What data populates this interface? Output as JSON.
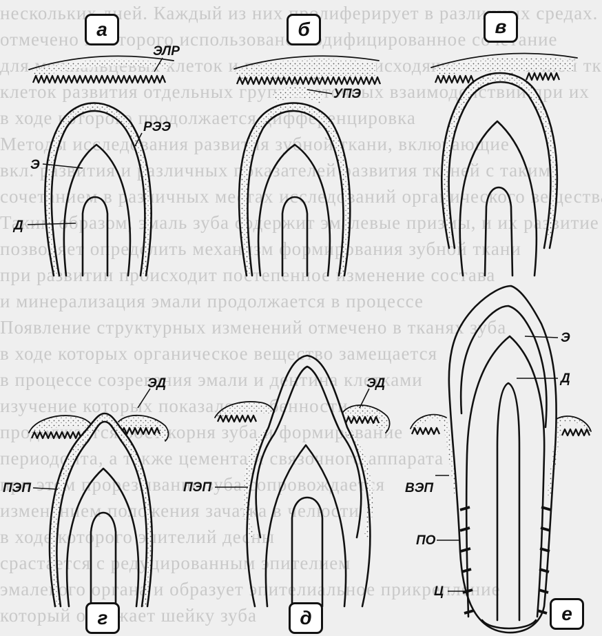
{
  "background_text": [
    "нескольких дней. Каждый из них пролиферирует в различных средах. Изучение",
    "отмечено в которого использовано модифицированное сочетание",
    "для межпальцевых клеток и процессов, происходящих в первичной ткани",
    "клеток развития отдельных групп клеточных взаимодействий при их",
    "в ходе которого продолжается дифференцировка",
    "Методы исследования развития зубной ткани, включающие",
    "вкл. развития и различных показателей развития тканей с таким",
    "сочетанием в различных местах исследований органического вещества",
    "Таким образом, эмаль зуба содержит эмалевые призмы, и их развитие",
    "позволяет определить механизм формирования зубной ткани",
    "при развитии происходит постепенное изменение состава",
    "и минерализация эмали продолжается в процессе",
    "Появление структурных изменений отмечено в тканях зуба",
    "в ходе которых органическое вещество замещается",
    "в процессе созревания эмали и дентина клетками",
    "изучение которых показало особенности",
    "продолжается рост корня зуба и формирование",
    "периодонта, а также цемента и связочного аппарата",
    "при этом прорезывание зуба сопровождается",
    "изменением положения зачатка в челюсти",
    "в ходе которого эпителий десны",
    "срастается с редуцированным эпителием",
    "эмалевого органа и образует эпителиальное прикрепление",
    "который окружает шейку зуба"
  ],
  "panels": {
    "a": "а",
    "b": "б",
    "v": "в",
    "g": "г",
    "d": "д",
    "e": "е"
  },
  "labels": {
    "elr": "ЭЛР",
    "ree": "РЭЭ",
    "e_a": "Э",
    "d_a": "Д",
    "upe": "УПЭ",
    "ed_g": "ЭД",
    "pep_g": "ПЭП",
    "ed_d": "ЭД",
    "pep_d": "ПЭП",
    "e_e": "Э",
    "d_e": "Д",
    "vep": "ВЭП",
    "po": "ПО",
    "ts": "Ц"
  }
}
